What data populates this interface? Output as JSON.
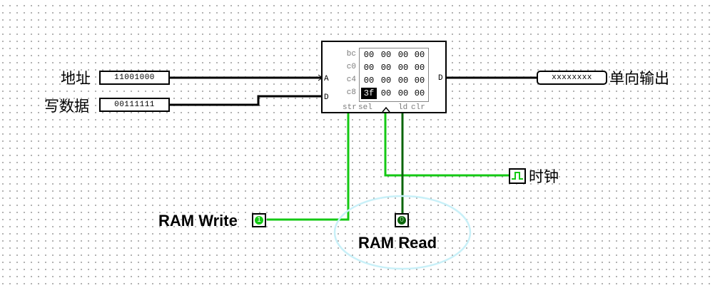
{
  "inputs": {
    "address": {
      "label": "地址",
      "value": "11001000"
    },
    "write_data": {
      "label": "写数据",
      "value": "00111111"
    }
  },
  "output": {
    "label": "单向输出",
    "value": "xxxxxxxx"
  },
  "clock": {
    "label": "时钟"
  },
  "ram_write": {
    "label": "RAM Write",
    "value": "1"
  },
  "ram_read": {
    "label": "RAM Read",
    "value": "0"
  },
  "ram": {
    "port_a": "A",
    "port_d_in": "D",
    "port_d_out": "D",
    "controls": {
      "str": "str",
      "sel": "sel",
      "ld": "ld",
      "clr": "clr"
    },
    "rows": [
      {
        "addr": "bc",
        "cells": [
          "00",
          "00",
          "00",
          "00"
        ]
      },
      {
        "addr": "c0",
        "cells": [
          "00",
          "00",
          "00",
          "00"
        ]
      },
      {
        "addr": "c4",
        "cells": [
          "00",
          "00",
          "00",
          "00"
        ]
      },
      {
        "addr": "c8",
        "cells": [
          "3f",
          "00",
          "00",
          "00"
        ]
      }
    ],
    "highlighted_cell": "c8"
  },
  "colors": {
    "wire_active": "#14c814",
    "wire_dark": "#0a640a",
    "wire_bus": "#000000",
    "highlight_ellipse": "#c8f0f8"
  }
}
